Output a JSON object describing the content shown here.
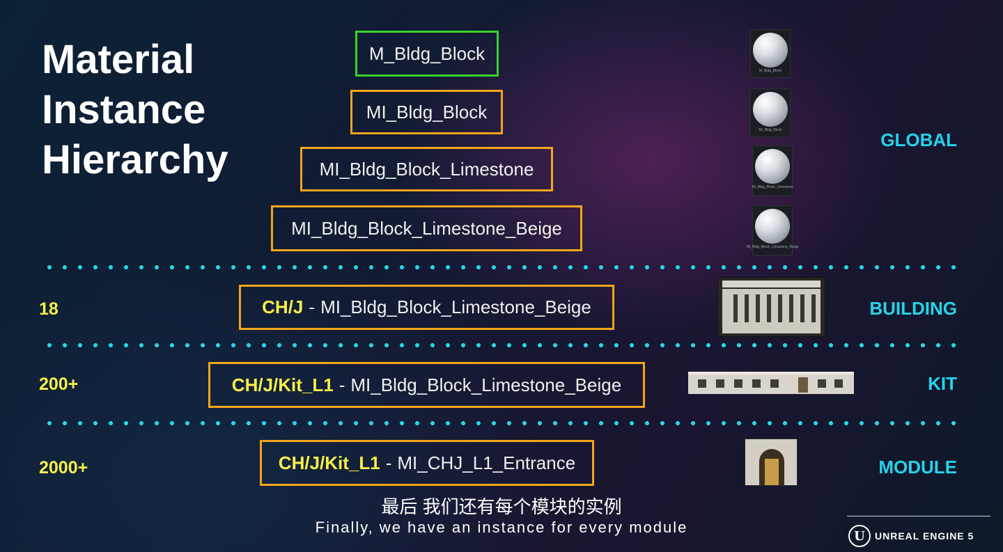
{
  "title": {
    "line1": "Material",
    "line2": "Instance",
    "line3": "Hierarchy"
  },
  "hierarchy": {
    "base_material": "M_Bldg_Block",
    "instance_1": "MI_Bldg_Block",
    "instance_2": "MI_Bldg_Block_Limestone",
    "instance_3": "MI_Bldg_Block_Limestone_Beige",
    "building": {
      "prefix": "CH/J",
      "sep": "-",
      "name": "MI_Bldg_Block_Limestone_Beige"
    },
    "kit": {
      "prefix": "CH/J/Kit_L1",
      "sep": "-",
      "name": "MI_Bldg_Block_Limestone_Beige"
    },
    "module": {
      "prefix": "CH/J/Kit_L1",
      "sep": "-",
      "name": "MI_CHJ_L1_Entrance"
    }
  },
  "thumbnails": {
    "t1": "M_Bldg_Block",
    "t2": "MI_Bldg_Block",
    "t3": "MI_Bldg_Block_Limestone",
    "t4": "MI_Bldg_Block_Limestone_Beige"
  },
  "levels": {
    "global": "GLOBAL",
    "building": "BUILDING",
    "kit": "KIT",
    "module": "MODULE"
  },
  "counts": {
    "building": "18",
    "kit": "200+",
    "module": "2000+"
  },
  "subtitles": {
    "chinese": "最后 我们还有每个模块的实例",
    "english": "Finally, we have an instance for every module"
  },
  "branding": {
    "logo_letter": "U",
    "text": "UNREAL ENGINE 5"
  },
  "colors": {
    "accent_cyan": "#25d4ea",
    "accent_yellow": "#f7f04a",
    "box_orange": "#f3a51b",
    "box_green": "#38d22a"
  }
}
